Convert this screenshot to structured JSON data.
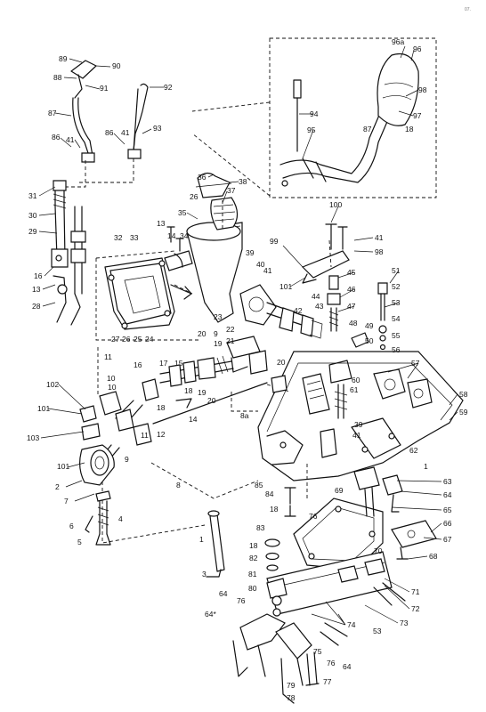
{
  "corner_mark": "07.",
  "labels": [
    "89",
    "90",
    "88",
    "91",
    "92",
    "87",
    "86",
    "41",
    "86",
    "41",
    "93",
    "96a",
    "96",
    "95",
    "94",
    "98",
    "97",
    "87",
    "18",
    "31",
    "30",
    "29",
    "16",
    "13",
    "28",
    "36",
    "38",
    "26",
    "37",
    "35",
    "13",
    "14",
    "34",
    "32",
    "33",
    "27",
    "26",
    "25",
    "24",
    "100",
    "41",
    "98",
    "99",
    "101",
    "39",
    "40",
    "41",
    "45",
    "46",
    "47",
    "51",
    "52",
    "53",
    "54",
    "55",
    "56",
    "48",
    "49",
    "50",
    "57",
    "58",
    "59",
    "60",
    "61",
    "39",
    "41",
    "43",
    "44",
    "42",
    "23",
    "22",
    "21",
    "20",
    "9",
    "19",
    "17",
    "16",
    "11",
    "10",
    "10",
    "15",
    "18",
    "19",
    "20",
    "20",
    "8a",
    "14",
    "12",
    "102",
    "101",
    "103",
    "101",
    "11",
    "18",
    "9",
    "8",
    "7",
    "2",
    "6",
    "4",
    "5",
    "1",
    "3",
    "62",
    "63",
    "64",
    "1",
    "65",
    "66",
    "67",
    "68",
    "69",
    "70",
    "71",
    "72",
    "73",
    "74",
    "75",
    "76",
    "77",
    "78",
    "79",
    "80",
    "81",
    "82",
    "83",
    "18",
    "84",
    "85",
    "18",
    "76",
    "64",
    "64*",
    "76",
    "53",
    "64"
  ]
}
